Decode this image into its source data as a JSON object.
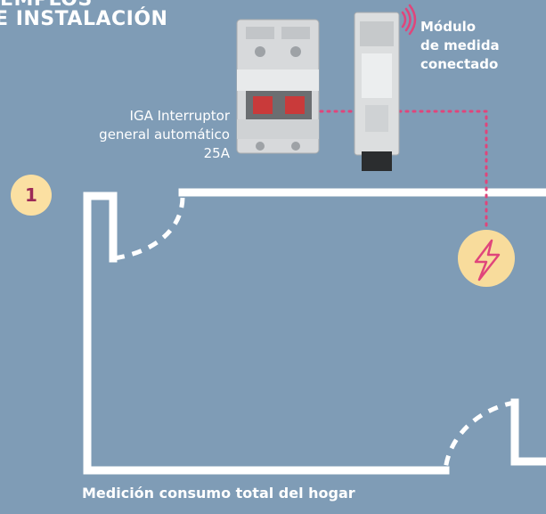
{
  "heading": {
    "line1": "EMPLOS",
    "line2": "E INSTALACIÓN"
  },
  "module_label": {
    "line1": "Módulo",
    "line2": "de medida",
    "line3": "conectado"
  },
  "breaker_label": {
    "line1": "IGA Interruptor",
    "line2": "general automático",
    "line3": "25A"
  },
  "step_badge": "1",
  "caption": "Medición consumo total del hogar",
  "colors": {
    "background": "#7f9cb6",
    "wall": "#ffffff",
    "connection_dots": "#e0457b",
    "signal_waves": "#e0457b",
    "badge_fill": "#fbe0a2",
    "badge_text": "#9c2a57",
    "meter_fill": "#f8dc9c",
    "meter_bolt": "#e0457b"
  },
  "icons": [
    "wireless-signal-icon",
    "lightning-bolt-icon",
    "circuit-breaker-device",
    "measurement-module-device"
  ]
}
